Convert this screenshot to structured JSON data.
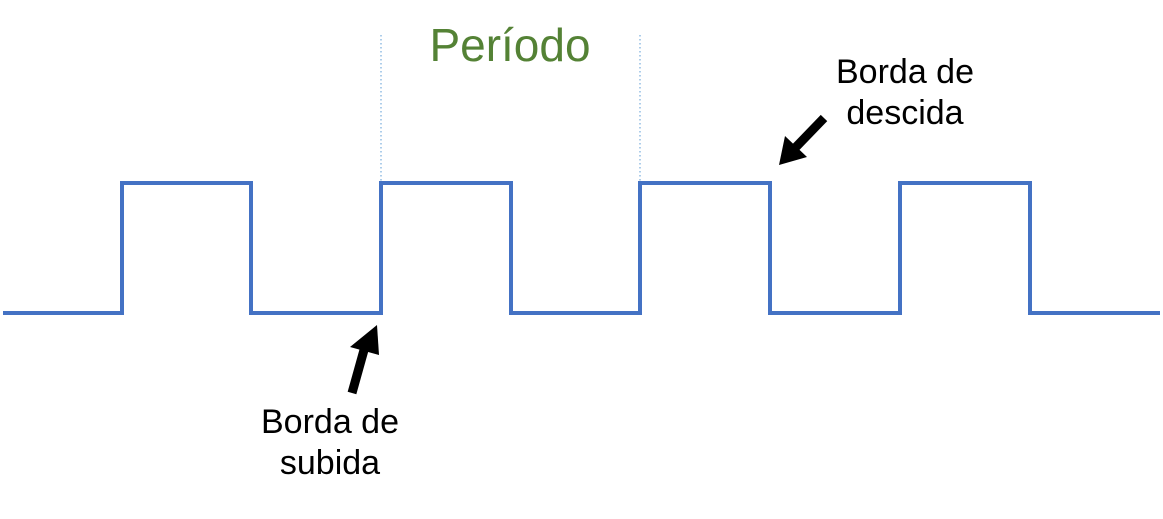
{
  "period_label": "Período",
  "falling_edge_label": {
    "line1": "Borda de",
    "line2": "descida"
  },
  "rising_edge_label": {
    "line1": "Borda de",
    "line2": "subida"
  },
  "colors": {
    "signal": "#4472C4",
    "period_text": "#548235",
    "period_marker": "#5B9BD5",
    "arrow": "#000000",
    "text": "#000000"
  }
}
